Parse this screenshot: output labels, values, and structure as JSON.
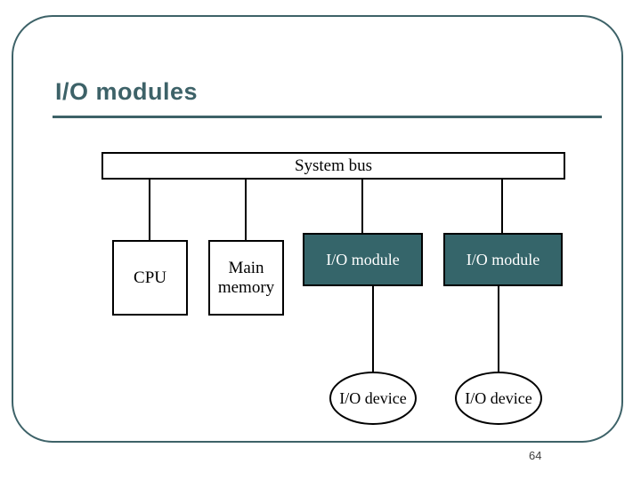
{
  "slide": {
    "title": "I/O modules",
    "page_number": "64",
    "frame_color": "#3d6268",
    "title_color": "#3d6268"
  },
  "diagram": {
    "type": "block-diagram",
    "nodes": [
      {
        "id": "system-bus",
        "label": "System bus",
        "shape": "rect",
        "fill": "#ffffff",
        "text_color": "#000000"
      },
      {
        "id": "cpu",
        "label": "CPU",
        "shape": "rect",
        "fill": "#ffffff",
        "text_color": "#000000"
      },
      {
        "id": "main-memory",
        "label": "Main memory",
        "shape": "rect",
        "fill": "#ffffff",
        "text_color": "#000000"
      },
      {
        "id": "io-module-1",
        "label": "I/O module",
        "shape": "rect",
        "fill": "#35656a",
        "text_color": "#ffffff"
      },
      {
        "id": "io-module-2",
        "label": "I/O module",
        "shape": "rect",
        "fill": "#35656a",
        "text_color": "#ffffff"
      },
      {
        "id": "io-device-1",
        "label": "I/O device",
        "shape": "ellipse",
        "fill": "#ffffff",
        "text_color": "#000000"
      },
      {
        "id": "io-device-2",
        "label": "I/O device",
        "shape": "ellipse",
        "fill": "#ffffff",
        "text_color": "#000000"
      }
    ],
    "edges": [
      {
        "from": "system-bus",
        "to": "cpu"
      },
      {
        "from": "system-bus",
        "to": "main-memory"
      },
      {
        "from": "system-bus",
        "to": "io-module-1"
      },
      {
        "from": "system-bus",
        "to": "io-module-2"
      },
      {
        "from": "io-module-1",
        "to": "io-device-1"
      },
      {
        "from": "io-module-2",
        "to": "io-device-2"
      }
    ]
  }
}
